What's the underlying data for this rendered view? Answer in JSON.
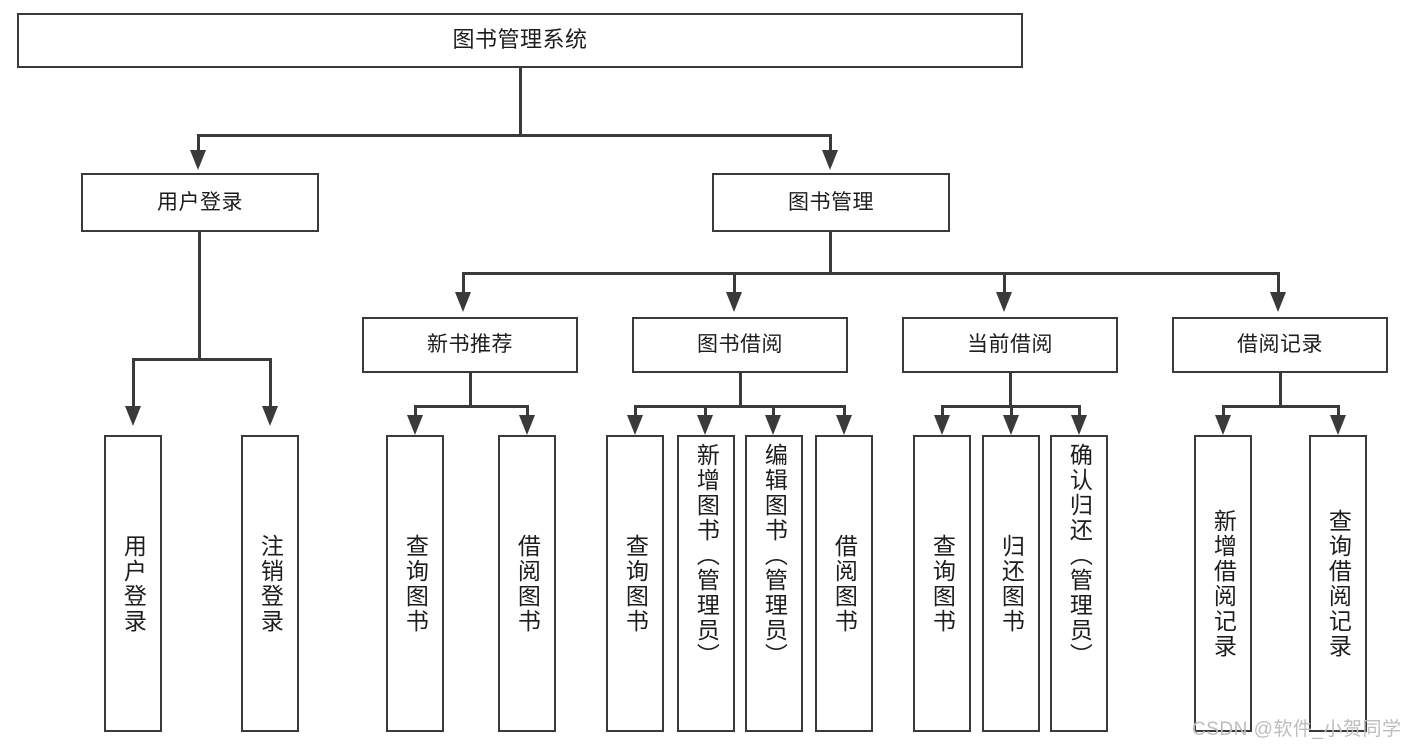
{
  "diagram": {
    "type": "tree",
    "title": "图书管理系统",
    "watermark": "CSDN @软件_小贺同学",
    "colors": {
      "stroke": "#3a3a3a",
      "fill": "#ffffff",
      "text": "#1d1d1d",
      "watermark": "#bdbdbd"
    },
    "levels": {
      "root": "图书管理系统",
      "level2": [
        "用户登录",
        "图书管理"
      ],
      "level3": [
        "新书推荐",
        "图书借阅",
        "当前借阅",
        "借阅记录"
      ]
    },
    "nodes": {
      "root": {
        "label": "图书管理系统"
      },
      "user_login": {
        "label": "用户登录"
      },
      "book_manage": {
        "label": "图书管理"
      },
      "new_book_rec": {
        "label": "新书推荐"
      },
      "book_borrow": {
        "label": "图书借阅"
      },
      "current_borrow": {
        "label": "当前借阅"
      },
      "borrow_record": {
        "label": "借阅记录"
      }
    },
    "leaves": {
      "user_login": [
        {
          "label": "用户登录"
        },
        {
          "label": "注销登录"
        }
      ],
      "new_book_rec": [
        {
          "label": "查询图书"
        },
        {
          "label": "借阅图书"
        }
      ],
      "book_borrow": [
        {
          "label": "查询图书"
        },
        {
          "label": "新增图书（管理员）"
        },
        {
          "label": "编辑图书（管理员）"
        },
        {
          "label": "借阅图书"
        }
      ],
      "current_borrow": [
        {
          "label": "查询图书"
        },
        {
          "label": "归还图书"
        },
        {
          "label": "确认归还（管理员）"
        }
      ],
      "borrow_record": [
        {
          "label": "新增借阅记录"
        },
        {
          "label": "查询借阅记录"
        }
      ]
    }
  }
}
